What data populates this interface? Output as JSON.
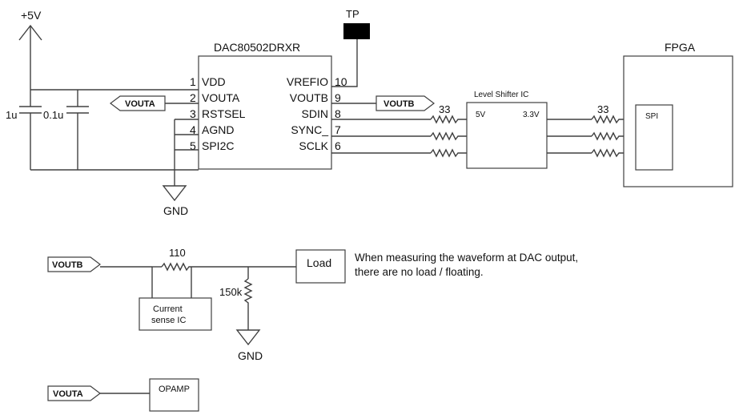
{
  "power": {
    "rail": "+5V",
    "cap1": "1u",
    "cap2": "0.1u",
    "gnd": "GND"
  },
  "test_point": {
    "label": "TP"
  },
  "dac": {
    "name": "DAC80502DRXR",
    "left_pins": [
      {
        "num": "1",
        "name": "VDD"
      },
      {
        "num": "2",
        "name": "VOUTA"
      },
      {
        "num": "3",
        "name": "RSTSEL"
      },
      {
        "num": "4",
        "name": "AGND"
      },
      {
        "num": "5",
        "name": "SPI2C"
      }
    ],
    "right_pins": [
      {
        "num": "10",
        "name": "VREFIO"
      },
      {
        "num": "9",
        "name": "VOUTB"
      },
      {
        "num": "8",
        "name": "SDIN"
      },
      {
        "num": "7",
        "name": "SYNC_"
      },
      {
        "num": "6",
        "name": "SCLK"
      }
    ]
  },
  "ports": {
    "vouta": "VOUTA",
    "voutb": "VOUTB"
  },
  "series_resistor": "33",
  "level_shifter": {
    "title": "Level Shifter IC",
    "left": "5V",
    "right": "3.3V"
  },
  "fpga": {
    "title": "FPGA",
    "spi": "SPI"
  },
  "load_circuit": {
    "sense_resistor": "110",
    "current_sense": [
      "Current",
      "sense IC"
    ],
    "load_resistor": "150k",
    "load": "Load",
    "gnd": "GND",
    "note": "When measuring the waveform at DAC output, there are no load / floating."
  },
  "opamp_circuit": {
    "port": "VOUTA",
    "opamp": "OPAMP"
  }
}
